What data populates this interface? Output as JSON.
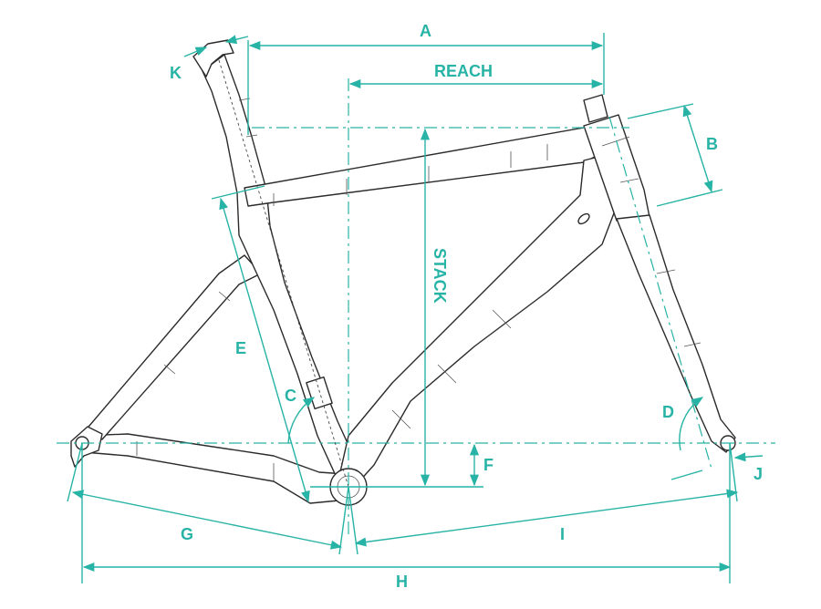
{
  "labels": {
    "A": "A",
    "reach": "REACH",
    "B": "B",
    "stack": "STACK",
    "K": "K",
    "E": "E",
    "C": "C",
    "D": "D",
    "F": "F",
    "J": "J",
    "G": "G",
    "I": "I",
    "H": "H"
  },
  "colors": {
    "dimension": "#27b3a5",
    "frame_outline": "#2b2b2b",
    "background": "#ffffff"
  }
}
